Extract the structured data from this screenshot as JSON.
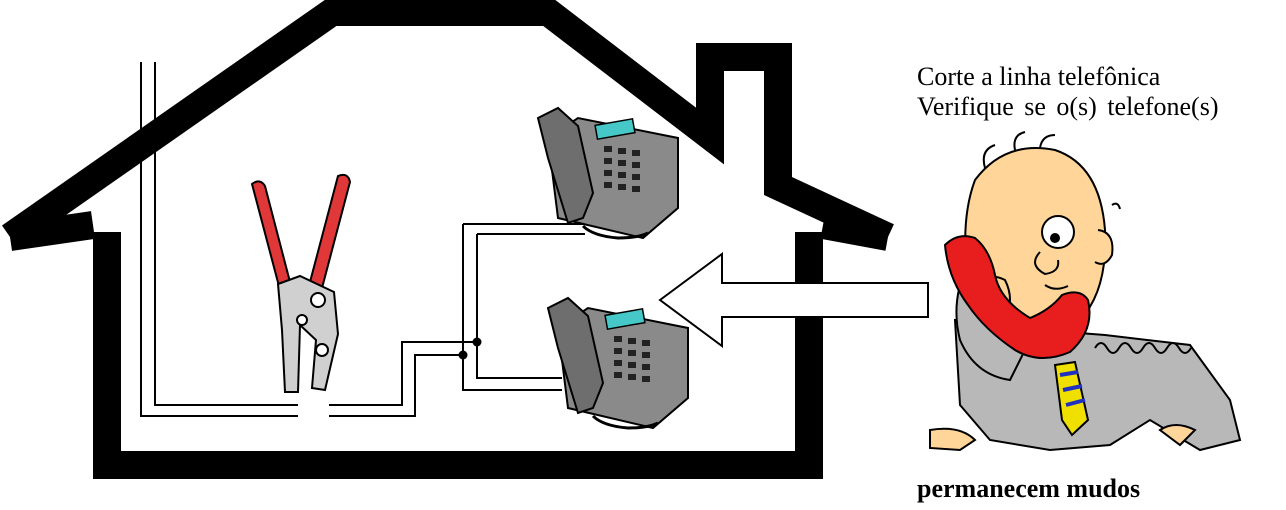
{
  "instructions": {
    "line1": "Corte a linha telefônica",
    "line2": "Verifique se o(s) telefone(s)",
    "line3": "permanecem mudos"
  },
  "colors": {
    "house_outline": "#000000",
    "plier_handles": "#e03838",
    "receiver": "#e81e1e",
    "skin": "#ffd59a",
    "suit": "#b8b8b8",
    "phone_body": "#8a8a8a",
    "phone_display": "#46c8c8",
    "tie": "#f0e000"
  },
  "icons": [
    "wire-cutter-icon",
    "telephone-icon",
    "telephone-icon",
    "arrow-left-icon",
    "man-on-phone-icon"
  ]
}
